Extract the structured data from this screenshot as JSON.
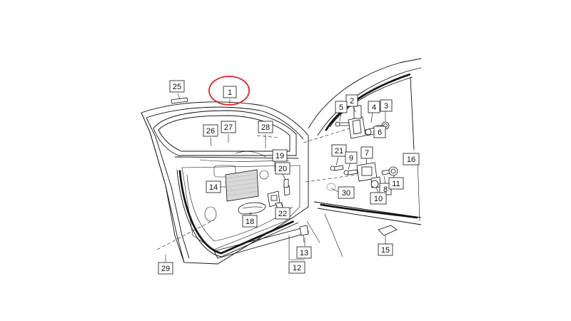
{
  "highlight_color": "#d9262b",
  "callouts": {
    "c1": "1",
    "c2": "2",
    "c3": "3",
    "c4": "4",
    "c5": "5",
    "c6": "6",
    "c7": "7",
    "c8": "8",
    "c9": "9",
    "c10": "10",
    "c11": "11",
    "c12": "12",
    "c13": "13",
    "c14": "14",
    "c15": "15",
    "c16": "16",
    "c18": "18",
    "c19": "19",
    "c20": "20",
    "c21": "21",
    "c22": "22",
    "c25": "25",
    "c26": "26",
    "c27": "27",
    "c28": "28",
    "c29": "29",
    "c30": "30"
  }
}
